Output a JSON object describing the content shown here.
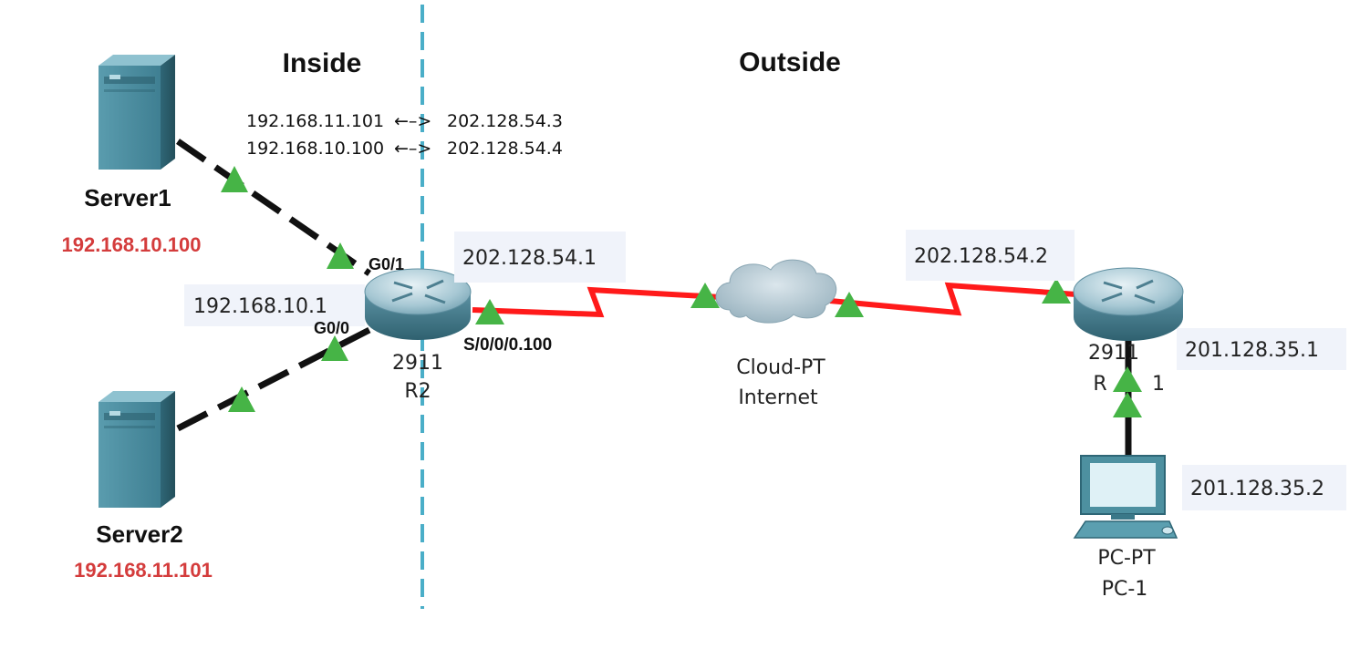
{
  "zones": {
    "inside_label": "Inside",
    "outside_label": "Outside"
  },
  "nat_table": [
    {
      "inside": "192.168.11.101",
      "arrow": "←–>",
      "outside": "202.128.54.3"
    },
    {
      "inside": "192.168.10.100",
      "arrow": "←–>",
      "outside": "202.128.54.4"
    }
  ],
  "devices": {
    "server1": {
      "name": "Server1",
      "ip": "192.168.10.100"
    },
    "server2": {
      "name": "Server2",
      "ip": "192.168.11.101"
    },
    "r2": {
      "model": "2911",
      "name": "R2",
      "lan_ip": "192.168.10.1",
      "wan_ip": "202.128.54.1"
    },
    "cloud": {
      "model": "Cloud-PT",
      "name": "Internet"
    },
    "r1": {
      "model": "2911",
      "name_left": "R",
      "name_right": "1",
      "wan_ip": "202.128.54.2",
      "lan_ip": "201.128.35.1"
    },
    "pc1": {
      "model": "PC-PT",
      "name": "PC-1",
      "ip": "201.128.35.2"
    }
  },
  "interfaces": {
    "g0_1": "G0/1",
    "g0_0": "G0/0",
    "serial": "S/0/0/0.100"
  },
  "colors": {
    "link_ethernet": "#111111",
    "link_serial": "#ff1a1a",
    "link_indicator": "#46b446",
    "divider": "#4aaec8",
    "ip_highlight": "#d43c3c",
    "device_teal": "#4d90a0"
  }
}
